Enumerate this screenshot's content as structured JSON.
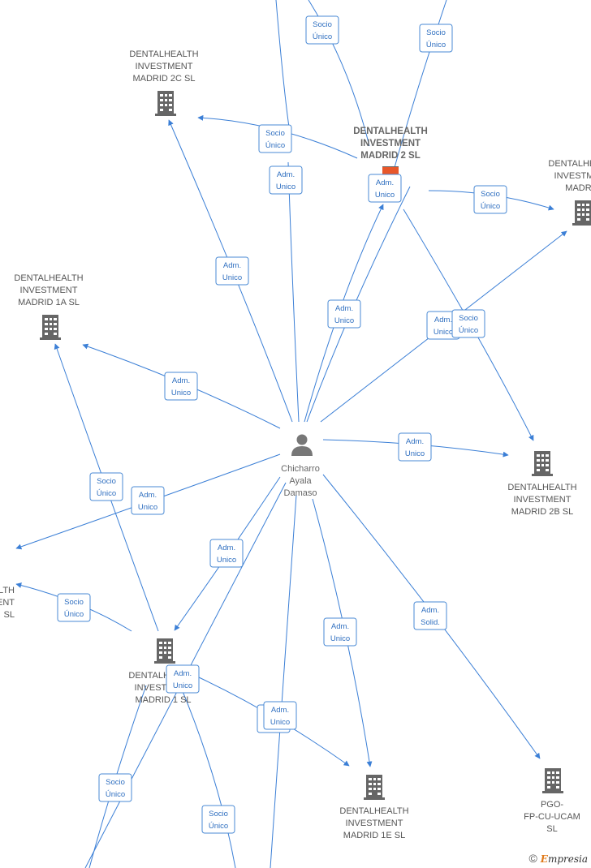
{
  "center": {
    "name": [
      "Chicharro",
      "Ayala",
      "Damaso"
    ]
  },
  "companies": [
    {
      "id": "madrid2c",
      "lines": [
        "DENTALHEALTH",
        "INVESTMENT",
        "MADRID 2C  SL"
      ]
    },
    {
      "id": "madrid2",
      "lines": [
        "DENTALHEALTH",
        "INVESTMENT",
        "MADRID 2  SL"
      ],
      "highlight": true
    },
    {
      "id": "madrid_r",
      "lines": [
        "DENTALHEALTH",
        "INVESTMENT",
        "MADRID"
      ]
    },
    {
      "id": "madrid1a",
      "lines": [
        "DENTALHEALTH",
        "INVESTMENT",
        "MADRID 1A  SL"
      ]
    },
    {
      "id": "madrid2b",
      "lines": [
        "DENTALHEALTH",
        "INVESTMENT",
        "MADRID 2B  SL"
      ]
    },
    {
      "id": "madrid_l",
      "lines": [
        "DENTALHEALTH",
        "INVESTMENT",
        "SL"
      ]
    },
    {
      "id": "madrid1",
      "lines": [
        "DENTALHEALTH",
        "INVESTMENT",
        "MADRID 1  SL"
      ]
    },
    {
      "id": "madrid1e",
      "lines": [
        "DENTALHEALTH",
        "INVESTMENT",
        "MADRID 1E  SL"
      ]
    },
    {
      "id": "pgo",
      "lines": [
        "PGO-",
        "FP-CU-UCAM",
        "SL"
      ]
    }
  ],
  "edge_labels": [
    [
      "Socio",
      "Único"
    ],
    [
      "Socio",
      "Único"
    ],
    [
      "Socio",
      "Único"
    ],
    [
      "Adm.",
      "Unico"
    ],
    [
      "Adm.",
      "Unico"
    ],
    [
      "Socio",
      "Único"
    ],
    [
      "Adm.",
      "Unico"
    ],
    [
      "Adm.",
      "Unico"
    ],
    [
      "Adm.",
      "Unico"
    ],
    [
      "Socio",
      "Único"
    ],
    [
      "Adm.",
      "Unico"
    ],
    [
      "Adm.",
      "Unico"
    ],
    [
      "Adm.",
      "Unico"
    ],
    [
      "Socio",
      "Único"
    ],
    [
      "Adm.",
      "Unico"
    ],
    [
      "Socio",
      "Único"
    ],
    [
      "Adm.",
      "Unico"
    ],
    [
      "Adm.",
      "Unico"
    ],
    [
      "Adm.",
      "Unico"
    ],
    [
      "Adm.",
      "Solid."
    ],
    [
      "Adm.",
      "Unico"
    ],
    [
      "Socio",
      "Único"
    ],
    [
      "Socio",
      "Único"
    ]
  ],
  "brand": {
    "copyright": "©",
    "first_letter": "E",
    "rest": "mpresia"
  },
  "colors": {
    "edge": "#3b7fd6",
    "building": "#666666",
    "highlight_building": "#e8572a",
    "person": "#777777"
  }
}
